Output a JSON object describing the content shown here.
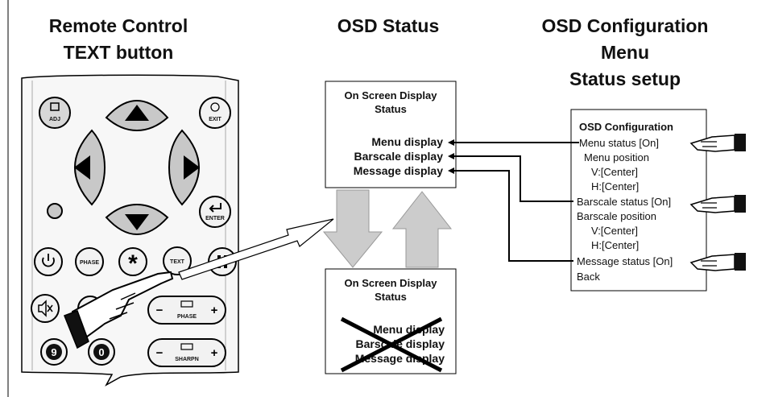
{
  "headers": {
    "remote_line1": "Remote Control",
    "remote_line2": "TEXT button",
    "osd_status": "OSD Status",
    "config_line1": "OSD Configuration",
    "config_line2": "Menu",
    "config_line3": "Status setup"
  },
  "status_box_top": {
    "title_line1": "On Screen Display",
    "title_line2": "Status",
    "items": [
      "Menu display",
      "Barscale display",
      "Message display"
    ]
  },
  "status_box_bottom": {
    "title_line1": "On Screen Display",
    "title_line2": "Status",
    "items": [
      "Menu display",
      "Barscale display",
      "Message display"
    ]
  },
  "config_menu": {
    "title": "OSD Configuration",
    "items": [
      "Menu status [On]",
      "Menu position",
      "V:[Center]",
      "H:[Center]",
      "Barscale status [On]",
      "Barscale position",
      "V:[Center]",
      "H:[Center]",
      "Message status [On]",
      "Back"
    ]
  },
  "remote_buttons": {
    "adj": "ADJ",
    "exit": "EXIT",
    "enter": "ENTER",
    "phase_small": "PHASE",
    "text": "TEXT",
    "phase": "PHASE",
    "sharpn": "SHARPN",
    "num9": "9",
    "num0": "0",
    "minus": "−",
    "plus": "+"
  }
}
